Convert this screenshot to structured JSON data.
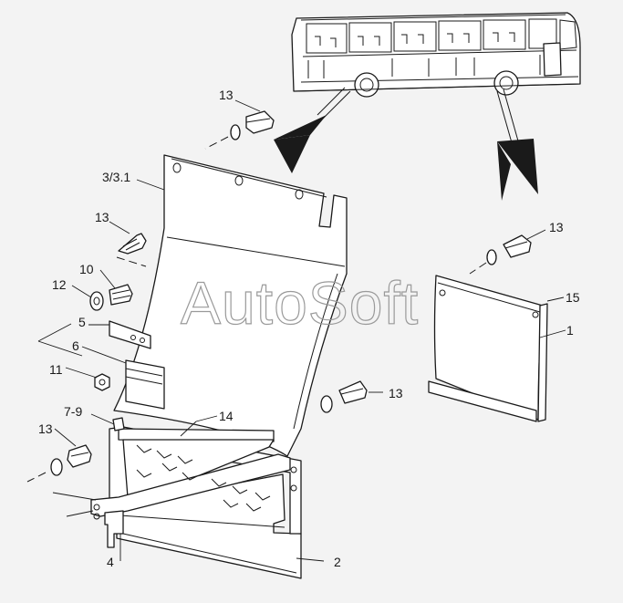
{
  "watermark": "AutoSoft",
  "labels": {
    "l13a": "13",
    "l33": "3/3.1",
    "l13b": "13",
    "l10": "10",
    "l12": "12",
    "l5": "5",
    "l6": "6",
    "l11": "11",
    "l79": "7-9",
    "l14": "14",
    "l13c": "13",
    "l4": "4",
    "l2": "2",
    "l13d": "13",
    "l13e": "13",
    "l15": "15",
    "l1": "1"
  }
}
